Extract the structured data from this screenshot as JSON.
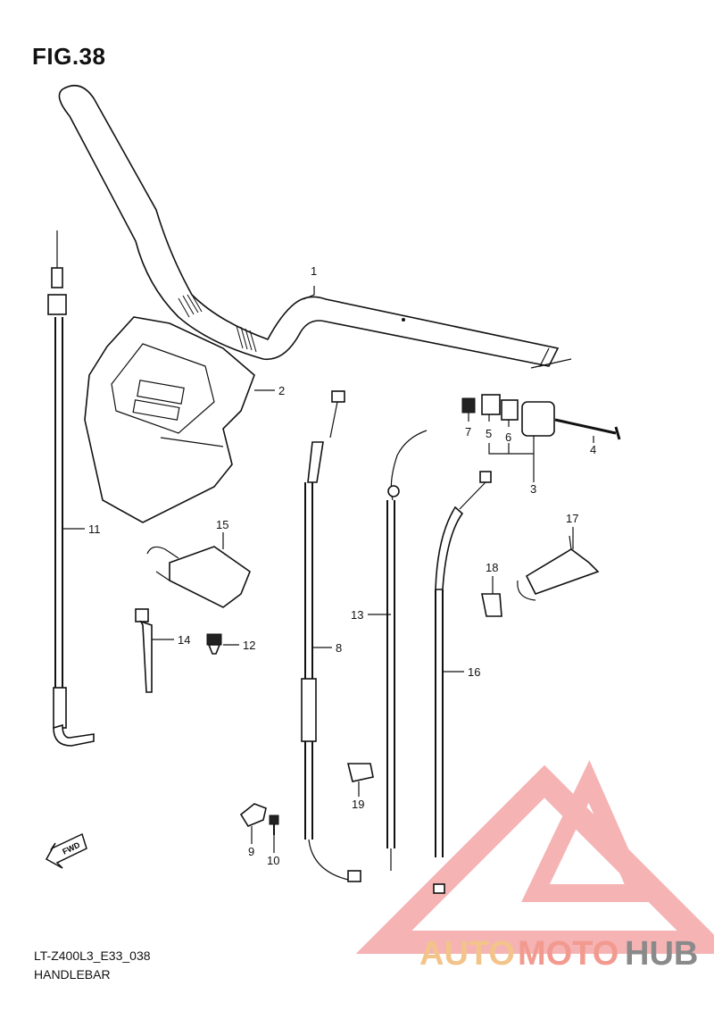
{
  "figure_title": "FIG.38",
  "model_code": "LT-Z400L3_E33_038",
  "section_name": "HANDLEBAR",
  "fwd_label": "FWD",
  "callouts": {
    "c1": "1",
    "c2": "2",
    "c3": "3",
    "c4": "4",
    "c5": "5",
    "c6": "6",
    "c7": "7",
    "c8": "8",
    "c9": "9",
    "c10": "10",
    "c11": "11",
    "c12": "12",
    "c13": "13",
    "c14": "14",
    "c15": "15",
    "c16": "16",
    "c17": "17",
    "c18": "18",
    "c19": "19"
  },
  "watermark": {
    "part1": "AUTO",
    "part2": "MOTO",
    "part3": "HUB",
    "colors": {
      "auto": "#f3c48a",
      "moto": "#f29a8f",
      "hub": "#8a8a8a",
      "logo": "#f29a9a"
    }
  }
}
